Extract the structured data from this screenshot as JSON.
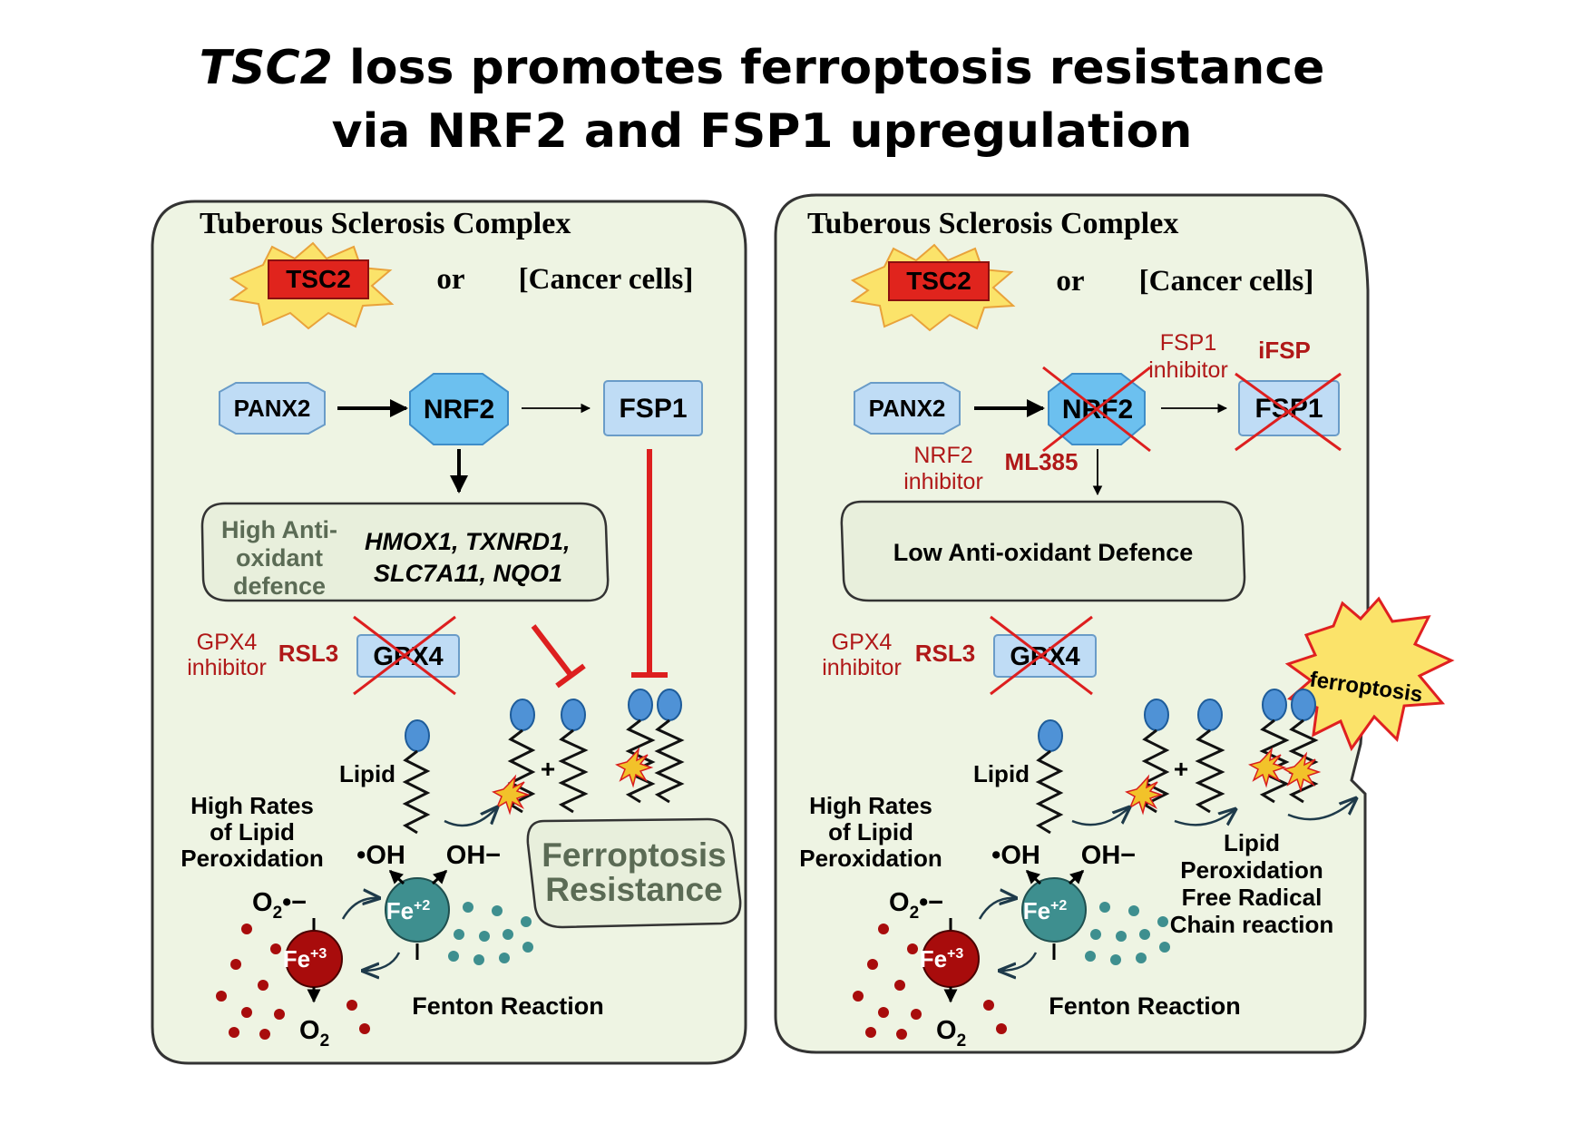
{
  "title": {
    "italic": "TSC2",
    "line1_rest": " loss promotes ferroptosis resistance",
    "line2": "via NRF2 and FSP1 upregulation"
  },
  "left": {
    "header": "Tuberous Sclerosis Complex",
    "tsc2": "TSC2",
    "or": "or",
    "cancer": "[Cancer cells]",
    "panx2": "PANX2",
    "nrf2": "NRF2",
    "fsp1": "FSP1",
    "defence_label": [
      "High Anti-",
      "oxidant",
      "defence"
    ],
    "genes": [
      "HMOX1, TXNRD1,",
      "SLC7A11, NQO1"
    ],
    "gpx4_inhib": [
      "GPX4",
      "inhibitor"
    ],
    "rsl3": "RSL3",
    "gpx4": "GPX4",
    "lipid": "Lipid",
    "plus": "+",
    "high_rates": [
      "High Rates",
      "of Lipid",
      "Peroxidation"
    ],
    "oh_radical": "•OH",
    "oh_minus": "OH−",
    "resistance": [
      "Ferroptosis",
      "Resistance"
    ],
    "o2_radical": "O",
    "o2_radical_sub": "2",
    "o2_radical_suffix": "•−",
    "fe2": "Fe",
    "fe2_sup": "+2",
    "fe3": "Fe",
    "fe3_sup": "+3",
    "o2": "O",
    "o2_sub": "2",
    "fenton": "Fenton Reaction"
  },
  "right": {
    "header": "Tuberous Sclerosis Complex",
    "tsc2": "TSC2",
    "or": "or",
    "cancer": "[Cancer cells]",
    "fsp1_inhib": [
      "FSP1",
      "inhibitor"
    ],
    "ifsp": "iFSP",
    "panx2": "PANX2",
    "nrf2": "NRF2",
    "fsp1": "FSP1",
    "nrf2_inhib": [
      "NRF2",
      "inhibitor"
    ],
    "ml385": "ML385",
    "low_defence": "Low Anti-oxidant Defence",
    "gpx4_inhib": [
      "GPX4",
      "inhibitor"
    ],
    "rsl3": "RSL3",
    "gpx4": "GPX4",
    "ferroptosis": "ferroptosis",
    "lipid": "Lipid",
    "plus": "+",
    "high_rates": [
      "High Rates",
      "of Lipid",
      "Peroxidation"
    ],
    "oh_radical": "•OH",
    "oh_minus": "OH−",
    "chain": [
      "Lipid",
      "Peroxidation",
      "Free Radical",
      "Chain reaction"
    ],
    "o2_radical": "O",
    "o2_radical_sub": "2",
    "o2_radical_suffix": "•−",
    "fe2": "Fe",
    "fe2_sup": "+2",
    "fe3": "Fe",
    "fe3_sup": "+3",
    "o2": "O",
    "o2_sub": "2",
    "fenton": "Fenton Reaction"
  },
  "colors": {
    "panel_fill": "#eef4e3",
    "box_fill": "#bfdcf5",
    "inhibitor_red": "#b01818",
    "inhibit_bar": "#dd1f1f",
    "fe3": "#a80c0c",
    "fe2": "#3e8f8f",
    "lipid_head": "#4f92d6"
  }
}
